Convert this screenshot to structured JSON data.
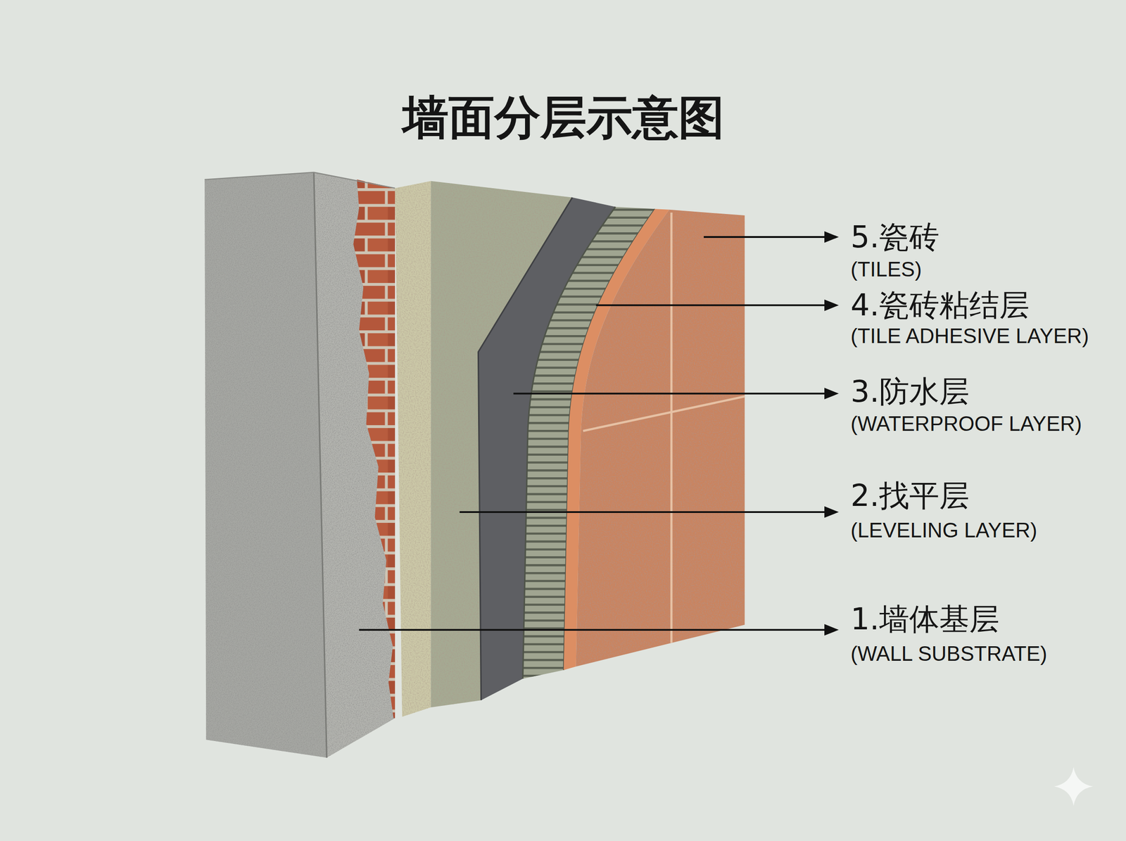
{
  "diagram": {
    "title": "墙面分层示意图",
    "labels": [
      "5.瓷砖",
      "(TILES)",
      "4.瓷砖粘结层",
      "(TILE ADHESIVE LAYER)",
      "3.防水层",
      "(WATERPROOF LAYER)",
      "2.找平层",
      "(LEVELING LAYER)",
      "1.墙体基层",
      "(WALL SUBSTRATE)"
    ]
  }
}
